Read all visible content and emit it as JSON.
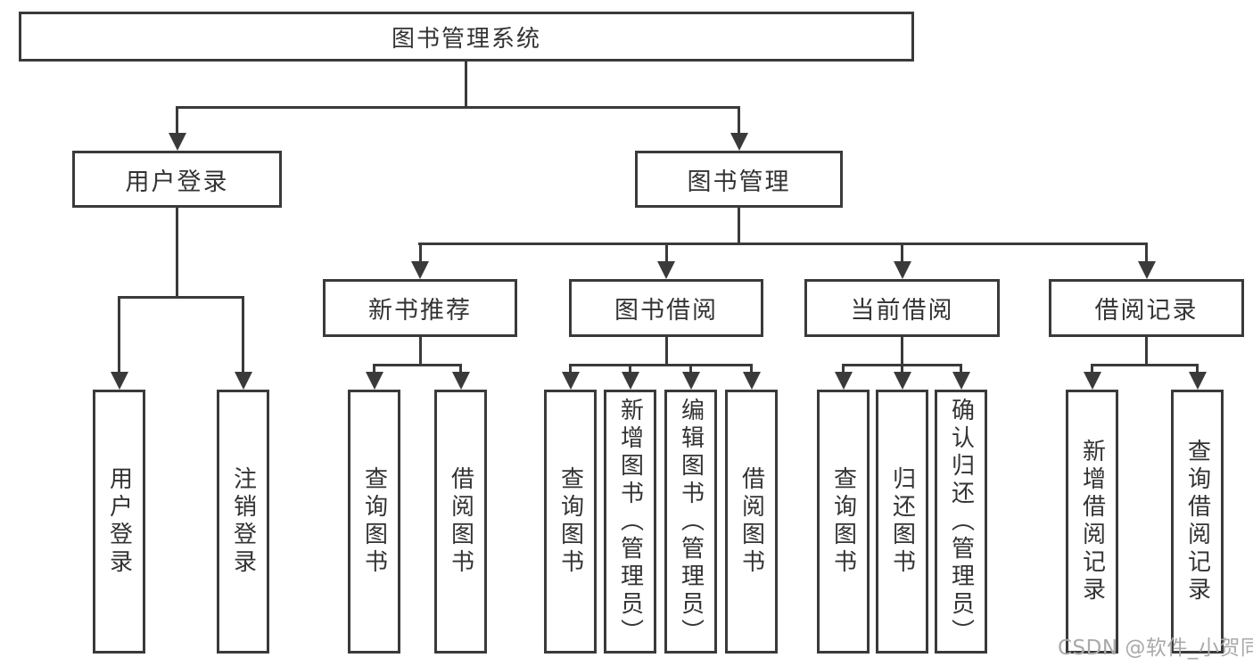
{
  "tree": {
    "root": {
      "label": "图书管理系统"
    },
    "branches": [
      {
        "label": "用户登录",
        "children": [
          {
            "label": "用户登录"
          },
          {
            "label": "注销登录"
          }
        ]
      },
      {
        "label": "图书管理",
        "groups": [
          {
            "label": "新书推荐",
            "children": [
              {
                "label": "查询图书"
              },
              {
                "label": "借阅图书"
              }
            ]
          },
          {
            "label": "图书借阅",
            "children": [
              {
                "label": "查询图书"
              },
              {
                "label": "新增图书（管理员）"
              },
              {
                "label": "编辑图书（管理员）"
              },
              {
                "label": "借阅图书"
              }
            ]
          },
          {
            "label": "当前借阅",
            "children": [
              {
                "label": "查询图书"
              },
              {
                "label": "归还图书"
              },
              {
                "label": "确认归还（管理员）"
              }
            ]
          },
          {
            "label": "借阅记录",
            "children": [
              {
                "label": "新增借阅记录"
              },
              {
                "label": "查询借阅记录"
              }
            ]
          }
        ]
      }
    ]
  },
  "watermark": {
    "text": "CSDN @软件_小贺同学"
  },
  "colors": {
    "line": "#3a3a3a",
    "text": "#333333",
    "watermark": "#a9a9a9",
    "bg": "#ffffff"
  }
}
